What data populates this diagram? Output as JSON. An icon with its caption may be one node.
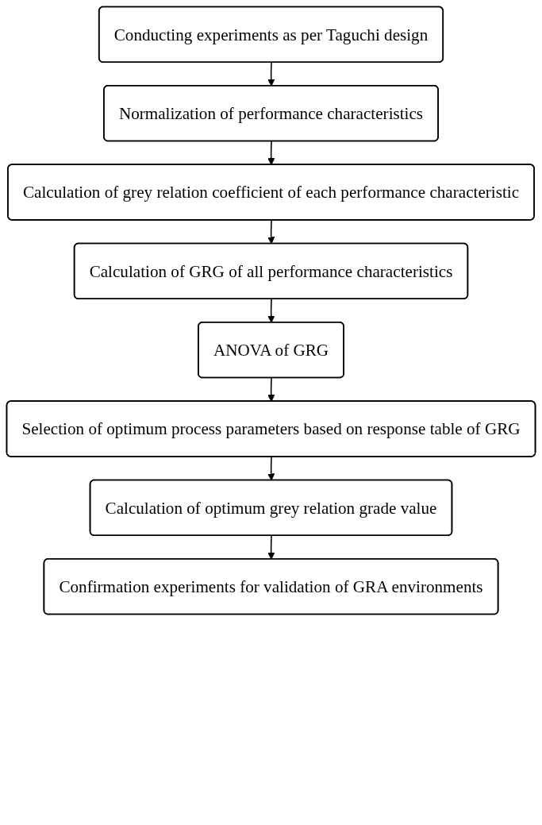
{
  "diagram": {
    "nodes": [
      {
        "text": [
          "Conducting experiments as per Taguchi design"
        ]
      },
      {
        "text": [
          "Normalization of performance characteristics"
        ]
      },
      {
        "text": [
          "Calculation of grey relation coefficient of each performance characteristic"
        ]
      },
      {
        "text": [
          "Calculation of GRG of all performance characteristics"
        ]
      },
      {
        "text": [
          "ANOVA of GRG"
        ]
      },
      {
        "text": [
          "Selection of optimum process parameters based on response table of GRG"
        ]
      },
      {
        "text": [
          "Calculation of optimum grey relation grade value"
        ]
      },
      {
        "text": [
          "Confirmation experiments for validation of GRA environments"
        ]
      }
    ],
    "edges": [
      {
        "from": 0,
        "to": 1,
        "arrow": "to"
      },
      {
        "from": 1,
        "to": 2,
        "arrow": "to"
      },
      {
        "from": 2,
        "to": 3,
        "arrow": "to"
      },
      {
        "from": 3,
        "to": 4,
        "arrow": "to"
      },
      {
        "from": 4,
        "to": 5,
        "arrow": "to"
      },
      {
        "from": 5,
        "to": 6,
        "arrow": "to"
      },
      {
        "from": 6,
        "to": 7,
        "arrow": "to"
      }
    ]
  }
}
